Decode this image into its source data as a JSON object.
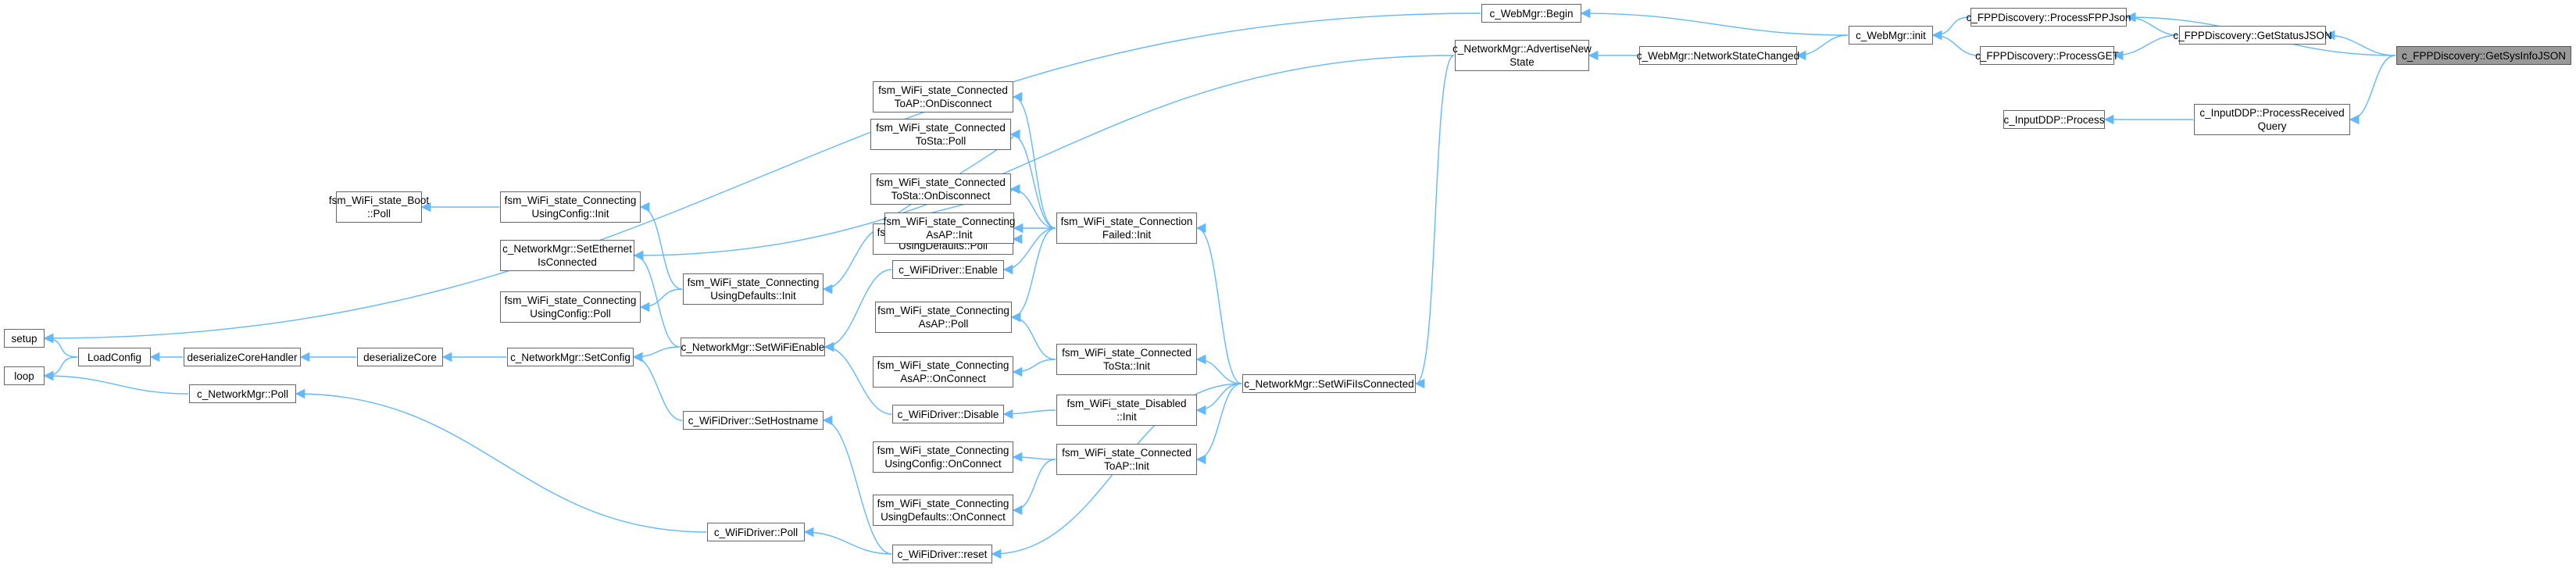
{
  "colors": {
    "edge": "#63b8ff",
    "node_border": "#666666",
    "node_fill": "#ffffff",
    "root_fill": "#999999",
    "background": "#ffffff"
  },
  "nodes": [
    {
      "id": "setup",
      "label": "setup"
    },
    {
      "id": "loop",
      "label": "loop"
    },
    {
      "id": "loadconfig",
      "label": "LoadConfig"
    },
    {
      "id": "desercorehandler",
      "label": "deserializeCoreHandler"
    },
    {
      "id": "desercore",
      "label": "deserializeCore"
    },
    {
      "id": "nm_poll",
      "label": "c_NetworkMgr::Poll"
    },
    {
      "id": "boot_poll",
      "label": "fsm_WiFi_state_Boot\n::Poll"
    },
    {
      "id": "cuc_init",
      "label": "fsm_WiFi_state_Connecting\nUsingConfig::Init"
    },
    {
      "id": "nm_seteth",
      "label": "c_NetworkMgr::SetEthernet\nIsConnected"
    },
    {
      "id": "cuc_poll",
      "label": "fsm_WiFi_state_Connecting\nUsingConfig::Poll"
    },
    {
      "id": "nm_setconfig",
      "label": "c_NetworkMgr::SetConfig"
    },
    {
      "id": "cud_init",
      "label": "fsm_WiFi_state_Connecting\nUsingDefaults::Init"
    },
    {
      "id": "nm_setwifienable",
      "label": "c_NetworkMgr::SetWiFiEnable"
    },
    {
      "id": "wd_sethostname",
      "label": "c_WiFiDriver::SetHostname"
    },
    {
      "id": "wd_poll",
      "label": "c_WiFiDriver::Poll"
    },
    {
      "id": "ctap_ondisc",
      "label": "fsm_WiFi_state_Connected\nToAP::OnDisconnect"
    },
    {
      "id": "ctsta_poll",
      "label": "fsm_WiFi_state_Connected\nToSta::Poll"
    },
    {
      "id": "ctsta_ondisc",
      "label": "fsm_WiFi_state_Connected\nToSta::OnDisconnect"
    },
    {
      "id": "cud_poll",
      "label": "fsm_WiFi_state_Connecting\nUsingDefaults::Poll"
    },
    {
      "id": "cap_init",
      "label": "fsm_WiFi_state_Connecting\nAsAP::Init"
    },
    {
      "id": "wd_enable",
      "label": "c_WiFiDriver::Enable"
    },
    {
      "id": "cap_poll",
      "label": "fsm_WiFi_state_Connecting\nAsAP::Poll"
    },
    {
      "id": "cap_onconnect",
      "label": "fsm_WiFi_state_Connecting\nAsAP::OnConnect"
    },
    {
      "id": "wd_disable",
      "label": "c_WiFiDriver::Disable"
    },
    {
      "id": "cuc_onconnect",
      "label": "fsm_WiFi_state_Connecting\nUsingConfig::OnConnect"
    },
    {
      "id": "cud_onconnect",
      "label": "fsm_WiFi_state_Connecting\nUsingDefaults::OnConnect"
    },
    {
      "id": "wd_reset",
      "label": "c_WiFiDriver::reset"
    },
    {
      "id": "cf_init",
      "label": "fsm_WiFi_state_Connection\nFailed::Init"
    },
    {
      "id": "ctsta_init",
      "label": "fsm_WiFi_state_Connected\nToSta::Init"
    },
    {
      "id": "dis_init",
      "label": "fsm_WiFi_state_Disabled\n::Init"
    },
    {
      "id": "ctap_init",
      "label": "fsm_WiFi_state_Connected\nToAP::Init"
    },
    {
      "id": "nm_setwifiisconnected",
      "label": "c_NetworkMgr::SetWiFiIsConnected"
    },
    {
      "id": "nm_advertise",
      "label": "c_NetworkMgr::AdvertiseNew\nState"
    },
    {
      "id": "wm_begin",
      "label": "c_WebMgr::Begin"
    },
    {
      "id": "wm_netstate",
      "label": "c_WebMgr::NetworkStateChanged"
    },
    {
      "id": "wm_init",
      "label": "c_WebMgr::init"
    },
    {
      "id": "fpp_processjson",
      "label": "c_FPPDiscovery::ProcessFPPJson"
    },
    {
      "id": "fpp_processget",
      "label": "c_FPPDiscovery::ProcessGET"
    },
    {
      "id": "fpp_getstatus",
      "label": "c_FPPDiscovery::GetStatusJSON"
    },
    {
      "id": "ddp_process",
      "label": "c_InputDDP::Process"
    },
    {
      "id": "ddp_processquery",
      "label": "c_InputDDP::ProcessReceived\nQuery"
    },
    {
      "id": "fpp_getsysinfo",
      "label": "c_FPPDiscovery::GetSysInfoJSON",
      "root": true
    }
  ],
  "edges": [
    [
      "setup",
      "loadconfig"
    ],
    [
      "loop",
      "loadconfig"
    ],
    [
      "loop",
      "nm_poll"
    ],
    [
      "loadconfig",
      "desercorehandler"
    ],
    [
      "desercorehandler",
      "desercore"
    ],
    [
      "desercore",
      "nm_setconfig"
    ],
    [
      "nm_setconfig",
      "nm_setwifienable"
    ],
    [
      "nm_setconfig",
      "wd_sethostname"
    ],
    [
      "boot_poll",
      "cuc_init"
    ],
    [
      "cuc_init",
      "cud_init"
    ],
    [
      "cuc_poll",
      "cud_init"
    ],
    [
      "nm_seteth",
      "nm_setwifienable"
    ],
    [
      "cud_init",
      "cap_init"
    ],
    [
      "nm_setwifienable",
      "wd_enable"
    ],
    [
      "nm_setwifienable",
      "wd_disable"
    ],
    [
      "wd_sethostname",
      "wd_reset"
    ],
    [
      "nm_poll",
      "wd_poll"
    ],
    [
      "wd_poll",
      "wd_reset"
    ],
    [
      "ctsta_poll",
      "cap_init"
    ],
    [
      "ctsta_ondisc",
      "cap_init"
    ],
    [
      "cud_poll",
      "cap_init"
    ],
    [
      "ctap_ondisc",
      "cf_init"
    ],
    [
      "ctsta_poll",
      "cf_init"
    ],
    [
      "ctsta_ondisc",
      "cf_init"
    ],
    [
      "cap_init",
      "cf_init"
    ],
    [
      "wd_enable",
      "cf_init"
    ],
    [
      "cap_poll",
      "cf_init"
    ],
    [
      "cap_poll",
      "ctsta_init"
    ],
    [
      "cap_onconnect",
      "ctsta_init"
    ],
    [
      "wd_disable",
      "dis_init"
    ],
    [
      "cuc_onconnect",
      "ctap_init"
    ],
    [
      "cud_onconnect",
      "ctap_init"
    ],
    [
      "cf_init",
      "nm_setwifiisconnected"
    ],
    [
      "ctsta_init",
      "nm_setwifiisconnected"
    ],
    [
      "dis_init",
      "nm_setwifiisconnected"
    ],
    [
      "ctap_init",
      "nm_setwifiisconnected"
    ],
    [
      "wd_reset",
      "nm_setwifiisconnected"
    ],
    [
      "nm_setwifiisconnected",
      "nm_advertise"
    ],
    [
      "nm_seteth",
      "nm_advertise"
    ],
    [
      "nm_advertise",
      "wm_netstate"
    ],
    [
      "setup",
      "wm_begin"
    ],
    [
      "wm_begin",
      "wm_init"
    ],
    [
      "wm_netstate",
      "wm_init"
    ],
    [
      "wm_init",
      "fpp_processjson"
    ],
    [
      "wm_init",
      "fpp_processget"
    ],
    [
      "fpp_processjson",
      "fpp_getstatus"
    ],
    [
      "fpp_processget",
      "fpp_getstatus"
    ],
    [
      "fpp_processjson",
      "fpp_getsysinfo"
    ],
    [
      "fpp_getstatus",
      "fpp_getsysinfo"
    ],
    [
      "ddp_process",
      "ddp_processquery"
    ],
    [
      "ddp_processquery",
      "fpp_getsysinfo"
    ]
  ]
}
